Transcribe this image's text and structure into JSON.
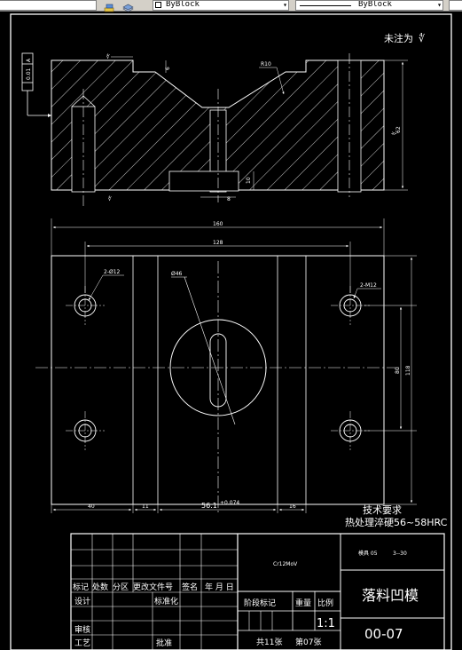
{
  "toolbar": {
    "layer_value": "ByBlock",
    "linetype_value": "ByBlock",
    "icons": [
      "layer-states-icon",
      "layer-stack-icon"
    ]
  },
  "drawing": {
    "roughness_note": "未注为",
    "roughness_symbol": "∜",
    "flatness_tolerance": "0.01",
    "flatness_datum": "A",
    "top_view": {
      "dim_depth": "6",
      "dim_radius": "R10",
      "dim_height": "62",
      "dim_slot_height": "10",
      "dim_slot_width": "8",
      "roughness_left": "∜",
      "roughness_bottom": "∜"
    },
    "plan_view": {
      "dim_overall_width": "160",
      "dim_hole_spacing": "128",
      "hole_left_label": "2-Ø12",
      "hole_right_label": "2-M12",
      "circle_label": "Ø46",
      "dim_inner_height": "80",
      "dim_overall_height": "118",
      "dim_40": "40",
      "dim_11": "11",
      "dim_center": "56.1",
      "dim_center_tol": "+0.074",
      "dim_16": "16"
    },
    "tech_requirements_title": "技术要求",
    "tech_requirements_text": "热处理淬硬56~58HRC"
  },
  "title_block": {
    "material": "Cr12MoV",
    "drawing_ref": "模具 05",
    "drawing_ref_suffix": "3--30",
    "header_labels": [
      "标记",
      "处数",
      "分区",
      "更改文件号",
      "签名",
      "年 月 日"
    ],
    "design_label": "设计",
    "standardization_label": "标准化",
    "review_label": "审核",
    "process_label": "工艺",
    "approval_label": "批准",
    "stage_mark_label": "阶段标记",
    "weight_label": "重量",
    "scale_label": "比例",
    "scale_value": "1:1",
    "total_sheets": "共11张",
    "sheet_number": "第07张",
    "part_name": "落料凹模",
    "drawing_number": "00-07"
  }
}
